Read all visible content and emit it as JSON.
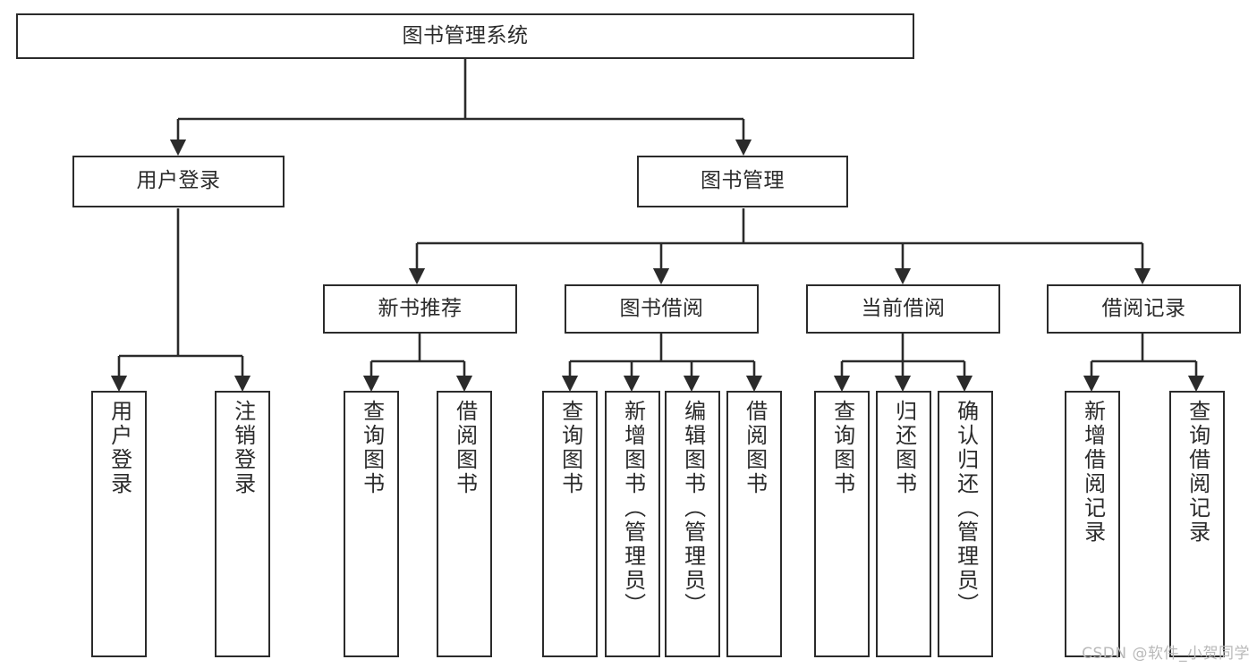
{
  "diagram": {
    "type": "tree-hierarchy-chart",
    "title": "图书管理系统",
    "colors": {
      "stroke": "#2b2b2b",
      "fill": "#ffffff",
      "background": "#ffffff",
      "watermark": "#b9b9b9"
    },
    "levels": {
      "root": {
        "label": "图书管理系统"
      },
      "level2": [
        {
          "id": "user-login",
          "label": "用户登录"
        },
        {
          "id": "book-management",
          "label": "图书管理"
        }
      ],
      "level3": [
        {
          "id": "new-book-recommend",
          "label": "新书推荐",
          "parent": "book-management"
        },
        {
          "id": "book-borrow",
          "label": "图书借阅",
          "parent": "book-management"
        },
        {
          "id": "current-borrow",
          "label": "当前借阅",
          "parent": "book-management"
        },
        {
          "id": "borrow-record",
          "label": "借阅记录",
          "parent": "book-management"
        }
      ],
      "leaves": [
        {
          "id": "leaf-user-login",
          "label": "用户登录",
          "parent": "user-login"
        },
        {
          "id": "leaf-logout-login",
          "label": "注销登录",
          "parent": "user-login"
        },
        {
          "id": "leaf-query-book-1",
          "label": "查询图书",
          "parent": "new-book-recommend"
        },
        {
          "id": "leaf-borrow-book-1",
          "label": "借阅图书",
          "parent": "new-book-recommend"
        },
        {
          "id": "leaf-query-book-2",
          "label": "查询图书",
          "parent": "book-borrow"
        },
        {
          "id": "leaf-add-book",
          "label": "新增图书（管理员）",
          "parent": "book-borrow"
        },
        {
          "id": "leaf-edit-book",
          "label": "编辑图书（管理员）",
          "parent": "book-borrow"
        },
        {
          "id": "leaf-borrow-book-2",
          "label": "借阅图书",
          "parent": "book-borrow"
        },
        {
          "id": "leaf-query-book-3",
          "label": "查询图书",
          "parent": "current-borrow"
        },
        {
          "id": "leaf-return-book",
          "label": "归还图书",
          "parent": "current-borrow"
        },
        {
          "id": "leaf-confirm-return",
          "label": "确认归还（管理员）",
          "parent": "current-borrow"
        },
        {
          "id": "leaf-add-record",
          "label": "新增借阅记录",
          "parent": "borrow-record"
        },
        {
          "id": "leaf-query-record",
          "label": "查询借阅记录",
          "parent": "borrow-record"
        }
      ]
    }
  },
  "watermark": {
    "text": "CSDN @软件_小贺同学"
  }
}
